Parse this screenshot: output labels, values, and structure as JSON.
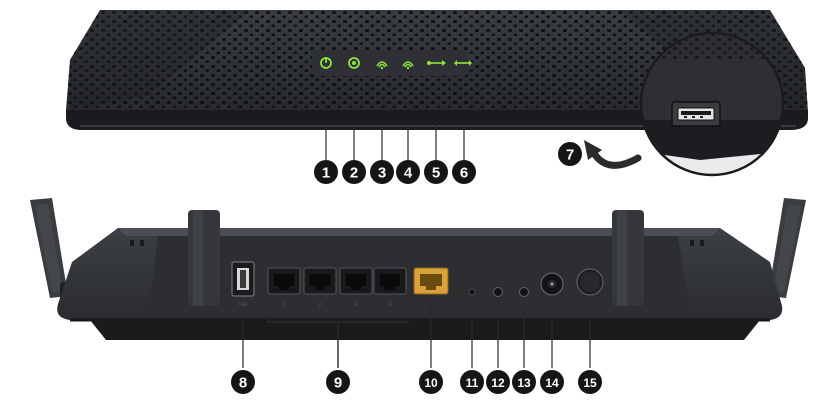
{
  "callouts": [
    {
      "id": 1,
      "label": "1"
    },
    {
      "id": 2,
      "label": "2"
    },
    {
      "id": 3,
      "label": "3"
    },
    {
      "id": 4,
      "label": "4"
    },
    {
      "id": 5,
      "label": "5"
    },
    {
      "id": 6,
      "label": "6"
    },
    {
      "id": 7,
      "label": "7"
    },
    {
      "id": 8,
      "label": "8"
    },
    {
      "id": 9,
      "label": "9"
    },
    {
      "id": 10,
      "label": "10"
    },
    {
      "id": 11,
      "label": "11"
    },
    {
      "id": 12,
      "label": "12"
    },
    {
      "id": 13,
      "label": "13"
    },
    {
      "id": 14,
      "label": "14"
    },
    {
      "id": 15,
      "label": "15"
    }
  ],
  "leds": [
    {
      "name": "power-led-icon",
      "glyph": "⏻"
    },
    {
      "name": "internet-led-icon",
      "glyph": "◉"
    },
    {
      "name": "wifi-2g-led-icon",
      "glyph": "≋"
    },
    {
      "name": "wifi-5g-led-icon",
      "glyph": "≋"
    },
    {
      "name": "usb-led-icon",
      "glyph": "⇋"
    },
    {
      "name": "wps-led-icon",
      "glyph": "↔"
    }
  ],
  "colors": {
    "led": "#8fe53c",
    "body": "#2b2d31",
    "callout": "#151515"
  }
}
